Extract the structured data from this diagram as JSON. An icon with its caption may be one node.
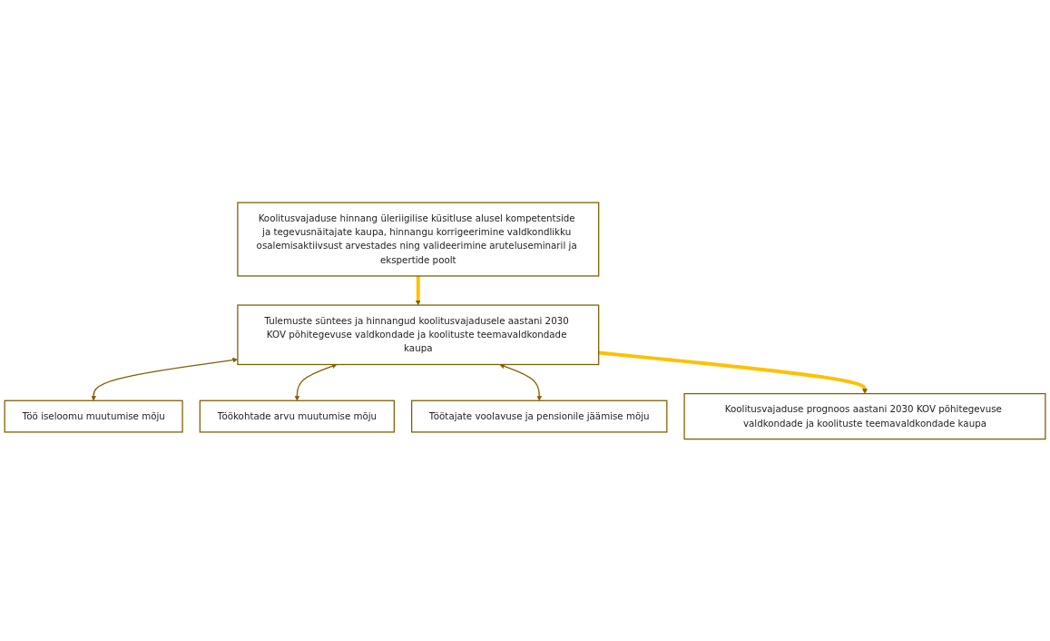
{
  "diagram": {
    "nodes": [
      {
        "text": [
          "Koolitusvajaduse hinnang üleriigilise küsitluse alusel kompetentside ja tegevusnäitajate kaupa, hinnangu korrigeerimine valdkondlikku osalemisaktiivsust arvestades ning valideerimine aruteluseminaril ja ekspertide poolt"
        ]
      },
      {
        "text": [
          "Tulemuste süntees ja hinnangud koolitusvajadusele aastani 2030 KOV põhitegevuse valdkondade ja koolituste teemavaldkondade kaupa"
        ]
      },
      {
        "text": [
          "Töö iseloomu muutumise mõju"
        ]
      },
      {
        "text": [
          "Töökohtade arvu muutumise mõju"
        ]
      },
      {
        "text": [
          "Töötajate voolavuse ja pensionile jäämise mõju"
        ]
      },
      {
        "text": [
          "Koolitusvajaduse prognoos aastani 2030 KOV põhitegevuse valdkondade ja koolituste teemavaldkondade kaupa"
        ]
      }
    ],
    "edges": [
      {
        "from": 0,
        "to": 1,
        "arrow": "to",
        "style": "thick",
        "color": "#ffc000"
      },
      {
        "from": 1,
        "to": 2,
        "arrow": "both"
      },
      {
        "from": 1,
        "to": 3,
        "arrow": "both"
      },
      {
        "from": 1,
        "to": 4,
        "arrow": "both"
      },
      {
        "from": 1,
        "to": 5,
        "arrow": "to",
        "style": "thick",
        "color": "#ffc000"
      }
    ]
  }
}
